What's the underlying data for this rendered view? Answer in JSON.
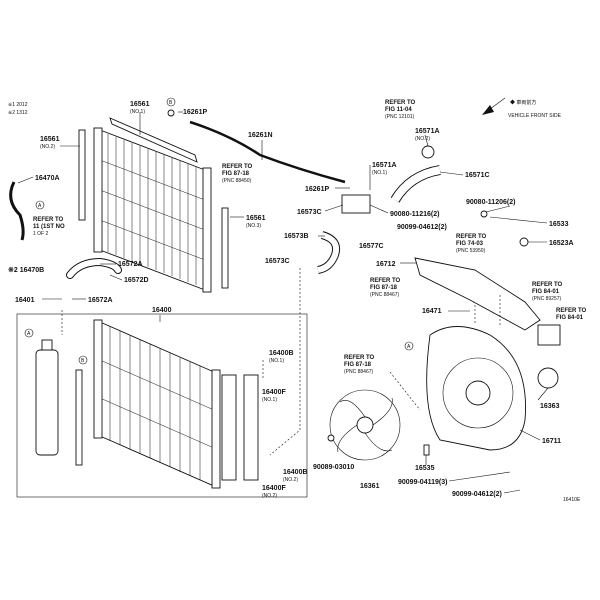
{
  "header": {
    "note_a": "※1 2012",
    "note_b": "※2 1312",
    "direction_top": "◆ 車両前方",
    "direction_bottom": "VEHICLE FRONT SIDE",
    "figure_code": "16410E"
  },
  "labels": {
    "p16561_top": "16561",
    "no1_top": "(NO.1)",
    "p16561_left": "16561",
    "no2_left": "(NO.2)",
    "p16561_right": "16561",
    "no3_right": "(NO.3)",
    "p16261P_top": "16261P",
    "p16261N": "16261N",
    "p16261P_mid": "16261P",
    "p16470A": "16470A",
    "p16470B": "※2 16470B",
    "p16572A_a": "16572A",
    "p16572D": "16572D",
    "p16401": "16401",
    "p16572A_b": "16572A",
    "p16400": "16400",
    "p16400B_a": "16400B",
    "no1_a": "(NO.1)",
    "p16400F_a": "16400F",
    "no1_b": "(NO.1)",
    "p16400B_b": "16400B",
    "no2_b": "(NO.2)",
    "p16400F_b": "16400F",
    "no2_c": "(NO.2)",
    "p16571A_a": "16571A",
    "no1_c": "(NO.1)",
    "p16571A_b": "16571A",
    "no2_d": "(NO.2)",
    "p16571C": "16571C",
    "p16573C_a": "16573C",
    "p16573B": "16573B",
    "p16577C": "16577C",
    "p16573C_b": "16573C",
    "p90080_11216": "90080-11216(2)",
    "p90099_04612_a": "90099-04612(2)",
    "p90080_11206": "90080-11206(2)",
    "p16533": "16533",
    "p16523A": "16523A",
    "p16712": "16712",
    "p16471": "16471",
    "p16363": "16363",
    "p16711": "16711",
    "p16361": "16361",
    "p16535": "16535",
    "p90089_03010": "90089-03010",
    "p90099_04119": "90099-04119(3)",
    "p90099_04612_b": "90099-04612(2)"
  },
  "refs": {
    "ref_87_18_top": [
      "REFER TO",
      "FIG 87-18",
      "(PNC 88450)"
    ],
    "ref_11_04": [
      "REFER TO",
      "FIG 11-04",
      "(PNC 12101)"
    ],
    "ref_left": [
      "REFER TO",
      "11 (1ST NO",
      "1 OF 2"
    ],
    "ref_74_03": [
      "REFER TO",
      "FIG 74-03",
      "(PNC 53950)"
    ],
    "ref_87_18_mid": [
      "REFER TO",
      "FIG 87-18",
      "(PNC 88467)"
    ],
    "ref_84_01_a": [
      "REFER TO",
      "FIG 84-01",
      "(PNC 89257)"
    ],
    "ref_84_01_b": [
      "REFER TO",
      "FIG 84-01"
    ],
    "ref_87_18_bot": [
      "REFER TO",
      "FIG 87-18",
      "(PNC 88467)"
    ]
  },
  "callouts": {
    "b": "B",
    "a1": "A",
    "a2": "A",
    "b2": "B",
    "a3": "A"
  },
  "colors": {
    "line": "#111111",
    "background": "#ffffff"
  }
}
